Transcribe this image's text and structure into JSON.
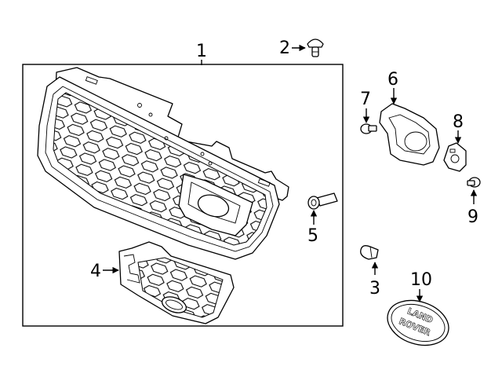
{
  "diagram": {
    "callouts": [
      {
        "id": "1",
        "label": "1"
      },
      {
        "id": "2",
        "label": "2"
      },
      {
        "id": "3",
        "label": "3"
      },
      {
        "id": "4",
        "label": "4"
      },
      {
        "id": "5",
        "label": "5"
      },
      {
        "id": "6",
        "label": "6"
      },
      {
        "id": "7",
        "label": "7"
      },
      {
        "id": "8",
        "label": "8"
      },
      {
        "id": "9",
        "label": "9"
      },
      {
        "id": "10",
        "label": "10"
      }
    ],
    "emblem_text": {
      "line1": "LAND",
      "line2": "ROVER"
    }
  }
}
